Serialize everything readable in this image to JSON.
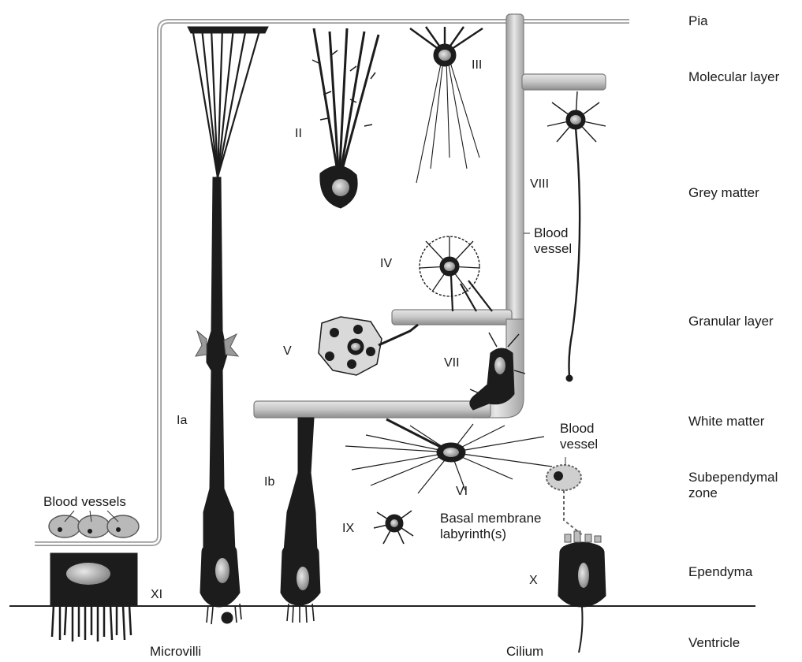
{
  "layers": [
    {
      "id": "pia",
      "label": "Pia"
    },
    {
      "id": "molecular",
      "label": "Molecular layer"
    },
    {
      "id": "grey",
      "label": "Grey matter"
    },
    {
      "id": "granular",
      "label": "Granular layer"
    },
    {
      "id": "white",
      "label": "White matter"
    },
    {
      "id": "subependymal",
      "label": "Subependymal\nzone"
    },
    {
      "id": "ependyma",
      "label": "Ependyma"
    },
    {
      "id": "ventricle",
      "label": "Ventricle"
    }
  ],
  "cell_types": {
    "ia": "Ia",
    "ib": "Ib",
    "ii": "II",
    "iii": "III",
    "iv": "IV",
    "v": "V",
    "vi": "VI",
    "vii": "VII",
    "viii": "VIII",
    "ix": "IX",
    "x": "X",
    "xi": "XI"
  },
  "annotations": {
    "blood_vessel_main": "Blood\nvessel",
    "blood_vessel_right": "Blood\nvessel",
    "blood_vessels_left": "Blood vessels",
    "basal_membrane": "Basal membrane\nlabyrinth(s)",
    "microvilli": "Microvilli",
    "cilium": "Cilium"
  },
  "colors": {
    "cell": "#1c1c1c",
    "nucleus": "#b9b9b9",
    "vessel_fill": "#c8c8c8",
    "vessel_stroke": "#8a8a8a"
  }
}
